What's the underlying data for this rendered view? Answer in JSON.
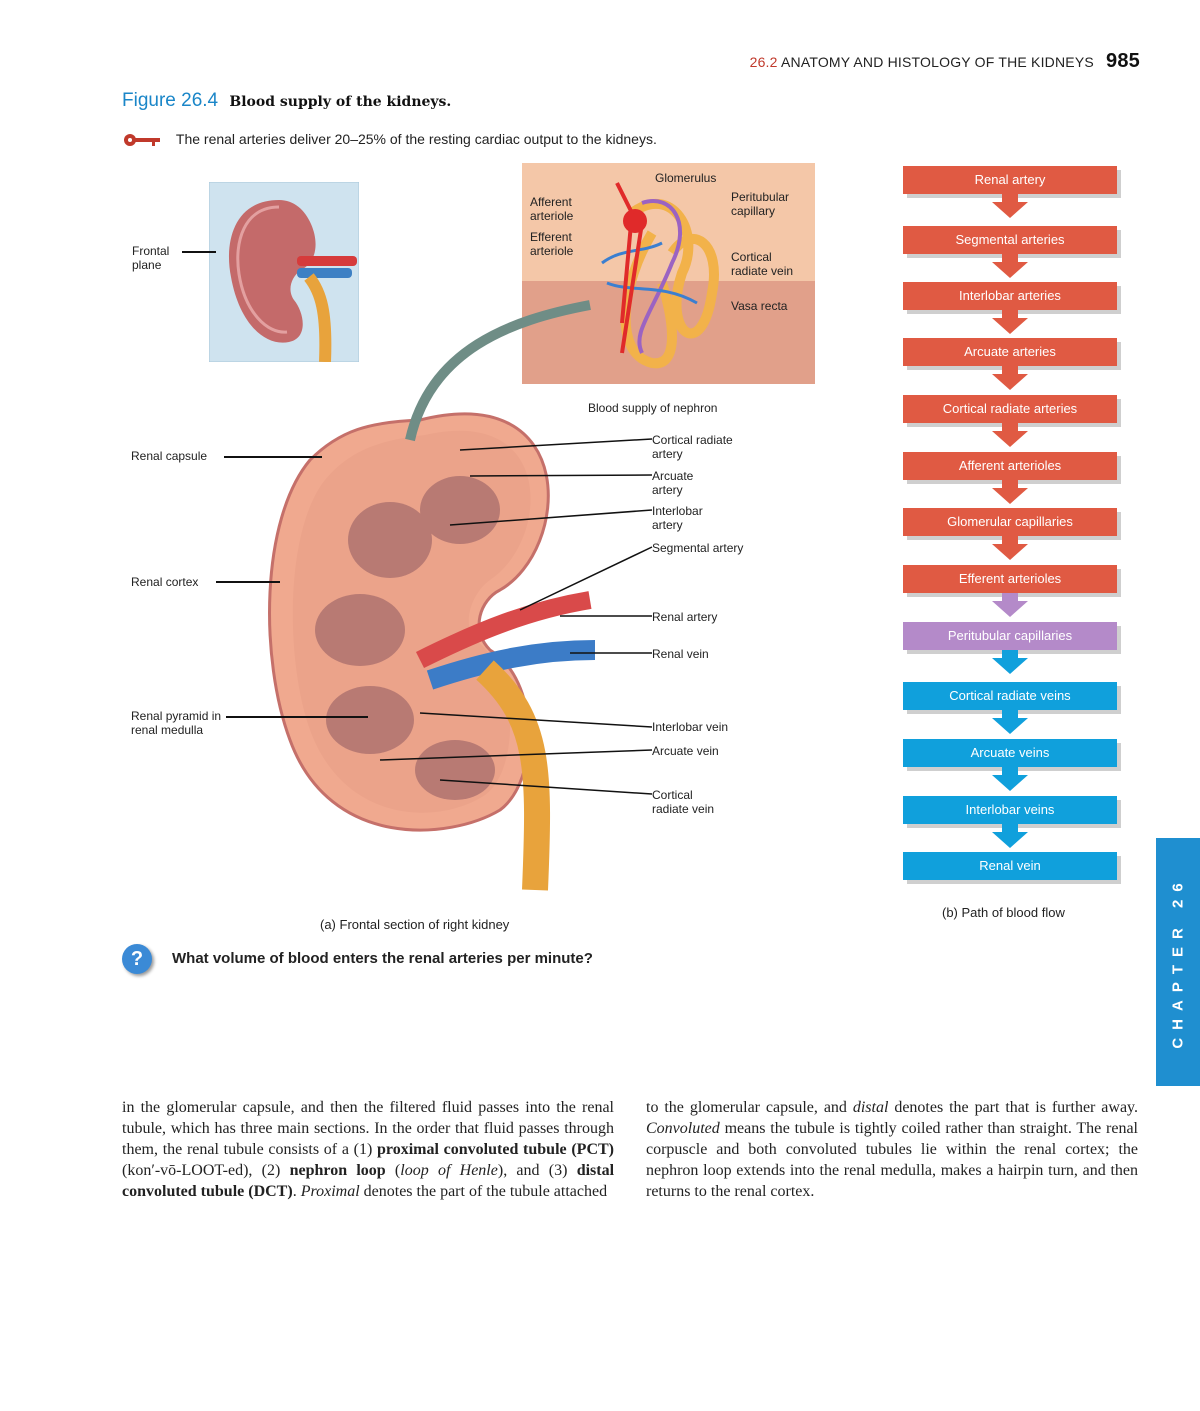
{
  "header": {
    "section": "26.2",
    "title": "ANATOMY AND HISTOLOGY OF THE KIDNEYS",
    "page_number": "985"
  },
  "figure": {
    "number": "Figure 26.4",
    "caption": "Blood supply of the kidneys.",
    "key_concept": "The renal arteries deliver 20–25% of the resting cardiac output to the kidneys."
  },
  "inset_kidney": {
    "plane_label": "Frontal plane"
  },
  "nephron": {
    "caption": "Blood supply of nephron",
    "labels": {
      "glomerulus": "Glomerulus",
      "afferent": "Afferent arteriole",
      "efferent": "Efferent arteriole",
      "peritubular": "Peritubular capillary",
      "cortical_vein": "Cortical radiate vein",
      "vasa_recta": "Vasa recta"
    }
  },
  "kidney_section": {
    "caption": "(a) Frontal section of right kidney",
    "labels": {
      "renal_capsule": "Renal capsule",
      "renal_cortex": "Renal cortex",
      "renal_pyramid": "Renal pyramid in renal medulla",
      "cortical_radiate_artery": "Cortical radiate artery",
      "arcuate_artery": "Arcuate artery",
      "interlobar_artery": "Interlobar artery",
      "segmental_artery": "Segmental artery",
      "renal_artery": "Renal artery",
      "renal_vein": "Renal vein",
      "interlobar_vein": "Interlobar vein",
      "arcuate_vein": "Arcuate vein",
      "cortical_radiate_vein": "Cortical radiate vein"
    }
  },
  "flow": {
    "caption": "(b) Path of blood flow",
    "steps": [
      {
        "label": "Renal artery",
        "color": "#e05a43"
      },
      {
        "label": "Segmental arteries",
        "color": "#e05a43"
      },
      {
        "label": "Interlobar arteries",
        "color": "#e05a43"
      },
      {
        "label": "Arcuate arteries",
        "color": "#e05a43"
      },
      {
        "label": "Cortical radiate arteries",
        "color": "#e05a43"
      },
      {
        "label": "Afferent arterioles",
        "color": "#e05a43"
      },
      {
        "label": "Glomerular capillaries",
        "color": "#e05a43"
      },
      {
        "label": "Efferent arterioles",
        "color": "#e05a43"
      },
      {
        "label": "Peritubular capillaries",
        "color": "#b48ac9"
      },
      {
        "label": "Cortical radiate veins",
        "color": "#10a0dc"
      },
      {
        "label": "Arcuate veins",
        "color": "#10a0dc"
      },
      {
        "label": "Interlobar veins",
        "color": "#10a0dc"
      },
      {
        "label": "Renal vein",
        "color": "#10a0dc"
      }
    ]
  },
  "question": "What volume of blood enters the renal arteries per minute?",
  "chapter_tab": "CHAPTER 26",
  "body_text": {
    "col1_a": "in the glomerular capsule, and then the filtered fluid passes into the renal tubule, which has three main sections. In the order that fluid passes through them, the renal tubule consists of a (1) ",
    "pct": "proximal convoluted tubule (PCT)",
    "col1_b": " (kon′-vō-LOOT-ed), (2) ",
    "loop": "nephron loop",
    "loop_alt": "loop of Henle",
    "col1_c": "), and (3) ",
    "dct": "distal convoluted tubule (DCT)",
    "col1_d": ". ",
    "proximal": "Proximal",
    "col1_e": " denotes the part of the tubule attached",
    "col2_a": "to the glomerular capsule, and ",
    "distal": "distal",
    "col2_b": " denotes the part that is further away. ",
    "convoluted": "Convoluted",
    "col2_c": " means the tubule is tightly coiled rather than straight. The renal corpuscle and both convoluted tubules lie within the renal cortex; the nephron loop extends into the renal medulla, makes a hairpin turn, and then returns to the renal cortex."
  }
}
